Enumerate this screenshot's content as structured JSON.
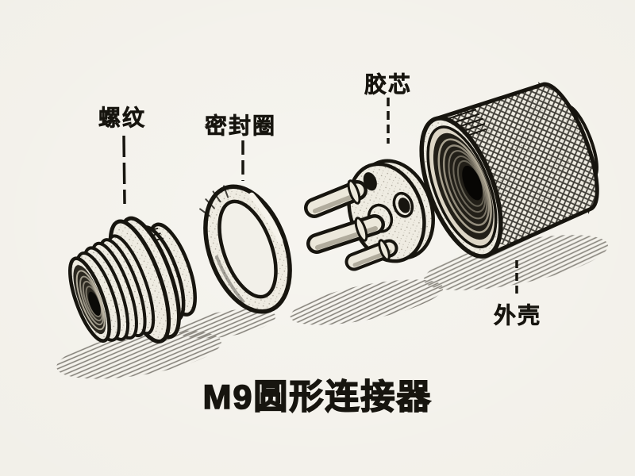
{
  "title": "M9圆形连接器",
  "labels": {
    "thread": "螺纹",
    "seal_ring": "密封圈",
    "rubber_core": "胶芯",
    "shell": "外壳"
  },
  "colors": {
    "paper": "#f2f0e9",
    "ink": "#17150f",
    "metal_fill": "#efece2"
  }
}
